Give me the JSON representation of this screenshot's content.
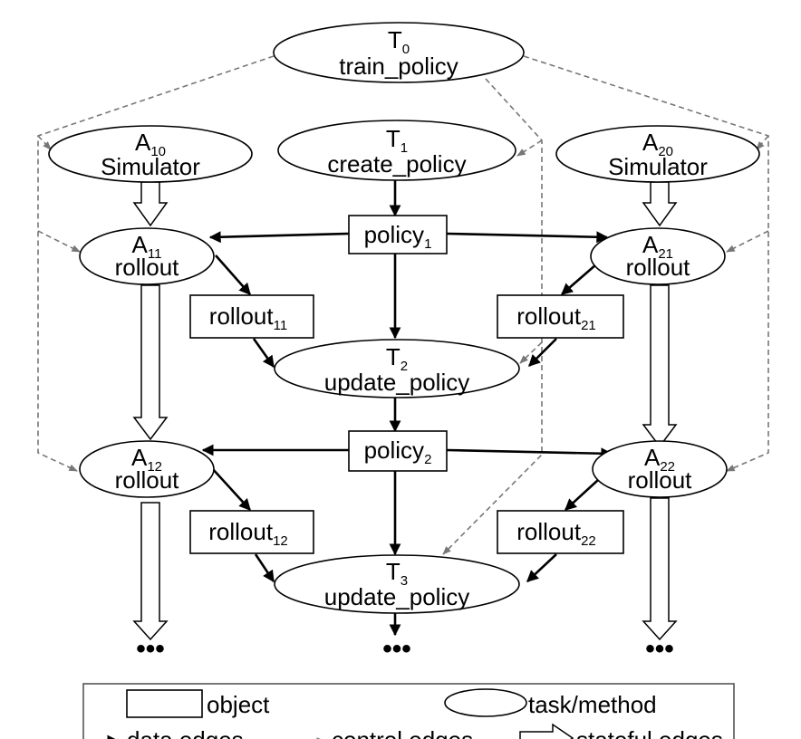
{
  "tasks": {
    "t0": {
      "prefix": "T",
      "sub": "0",
      "name": "train_policy"
    },
    "t1": {
      "prefix": "T",
      "sub": "1",
      "name": "create_policy"
    },
    "t2": {
      "prefix": "T",
      "sub": "2",
      "name": "update_policy"
    },
    "t3": {
      "prefix": "T",
      "sub": "3",
      "name": "update_policy"
    },
    "a10": {
      "prefix": "A",
      "sub": "10",
      "name": "Simulator"
    },
    "a20": {
      "prefix": "A",
      "sub": "20",
      "name": "Simulator"
    },
    "a11": {
      "prefix": "A",
      "sub": "11",
      "name": "rollout"
    },
    "a21": {
      "prefix": "A",
      "sub": "21",
      "name": "rollout"
    },
    "a12": {
      "prefix": "A",
      "sub": "12",
      "name": "rollout"
    },
    "a22": {
      "prefix": "A",
      "sub": "22",
      "name": "rollout"
    }
  },
  "objects": {
    "policy1": {
      "name": "policy",
      "sub": "1"
    },
    "policy2": {
      "name": "policy",
      "sub": "2"
    },
    "rollout11": {
      "name": "rollout",
      "sub": "11"
    },
    "rollout21": {
      "name": "rollout",
      "sub": "21"
    },
    "rollout12": {
      "name": "rollout",
      "sub": "12"
    },
    "rollout22": {
      "name": "rollout",
      "sub": "22"
    }
  },
  "continuation": "•••",
  "legend": {
    "object": "object",
    "task": "task/method",
    "data_edges": "data edges",
    "control_edges": "control edges",
    "stateful_edges": "stateful edges"
  },
  "colors": {
    "solid_edge": "#000000",
    "control_edge": "#777777",
    "legend_border": "#555555"
  }
}
